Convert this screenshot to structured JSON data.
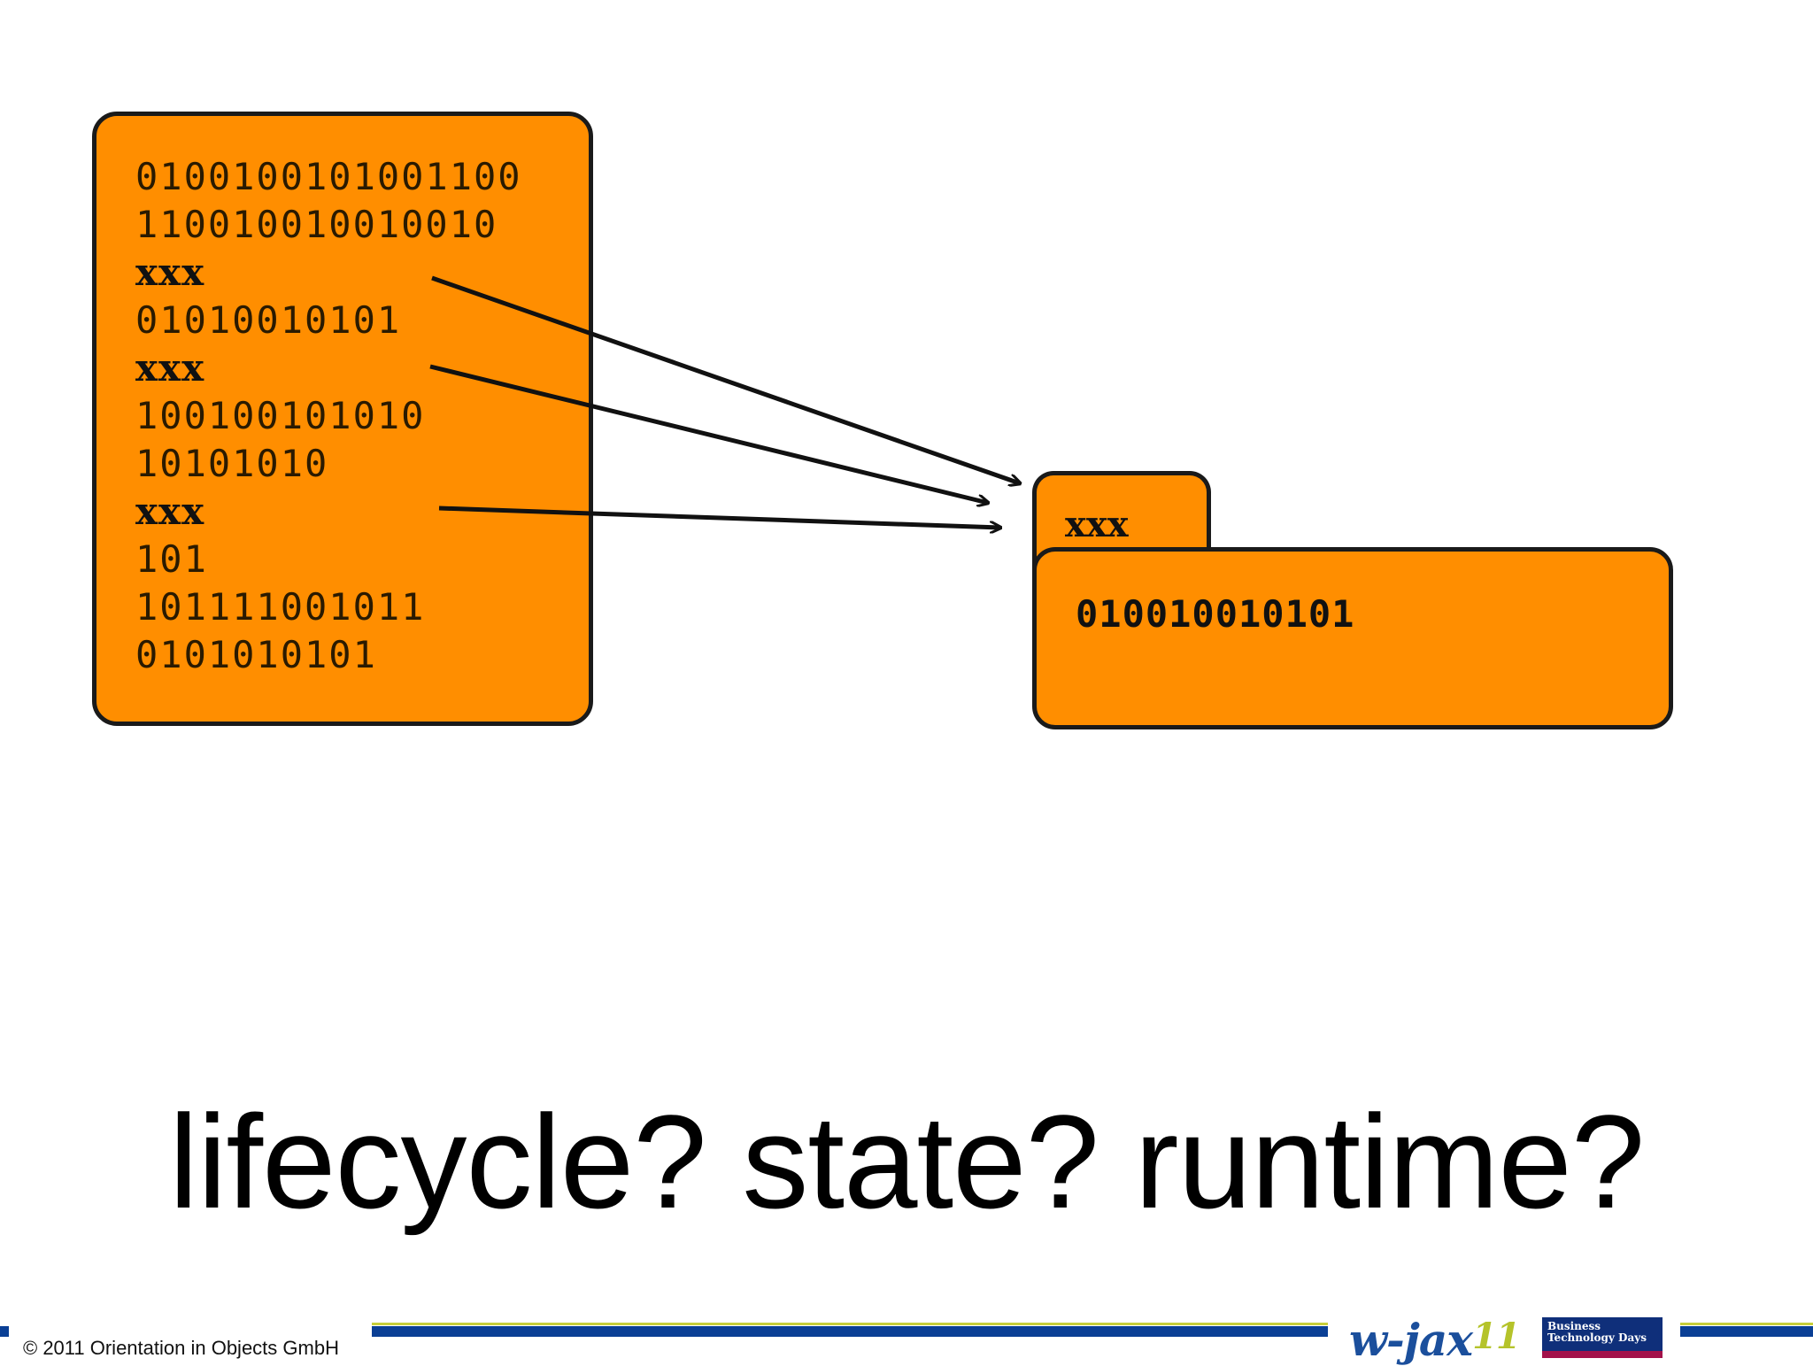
{
  "source_block": {
    "lines": [
      {
        "text": "0100100101001100",
        "marker": false
      },
      {
        "text": "110010010010010",
        "marker": false
      },
      {
        "text": "xxx",
        "marker": true
      },
      {
        "text": "01010010101",
        "marker": false
      },
      {
        "text": "xxx",
        "marker": true
      },
      {
        "text": "100100101010",
        "marker": false
      },
      {
        "text": "10101010",
        "marker": false
      },
      {
        "text": "xxx",
        "marker": true
      },
      {
        "text": "101",
        "marker": false
      },
      {
        "text": "101111001011",
        "marker": false
      },
      {
        "text": "0101010101",
        "marker": false
      }
    ]
  },
  "target_block": {
    "tab_label": "xxx",
    "content_value": "010010010101"
  },
  "headline": "lifecycle? state? runtime?",
  "footer": {
    "copyright": "© 2011 Orientation in Objects GmbH",
    "event_logo": {
      "name": "w-jax",
      "number": "11"
    },
    "sponsor_logo": "Business Technology Days"
  },
  "colors": {
    "block_fill": "#ff8e00",
    "rule_blue": "#0a3f95",
    "rule_green": "#c7cf3a"
  }
}
